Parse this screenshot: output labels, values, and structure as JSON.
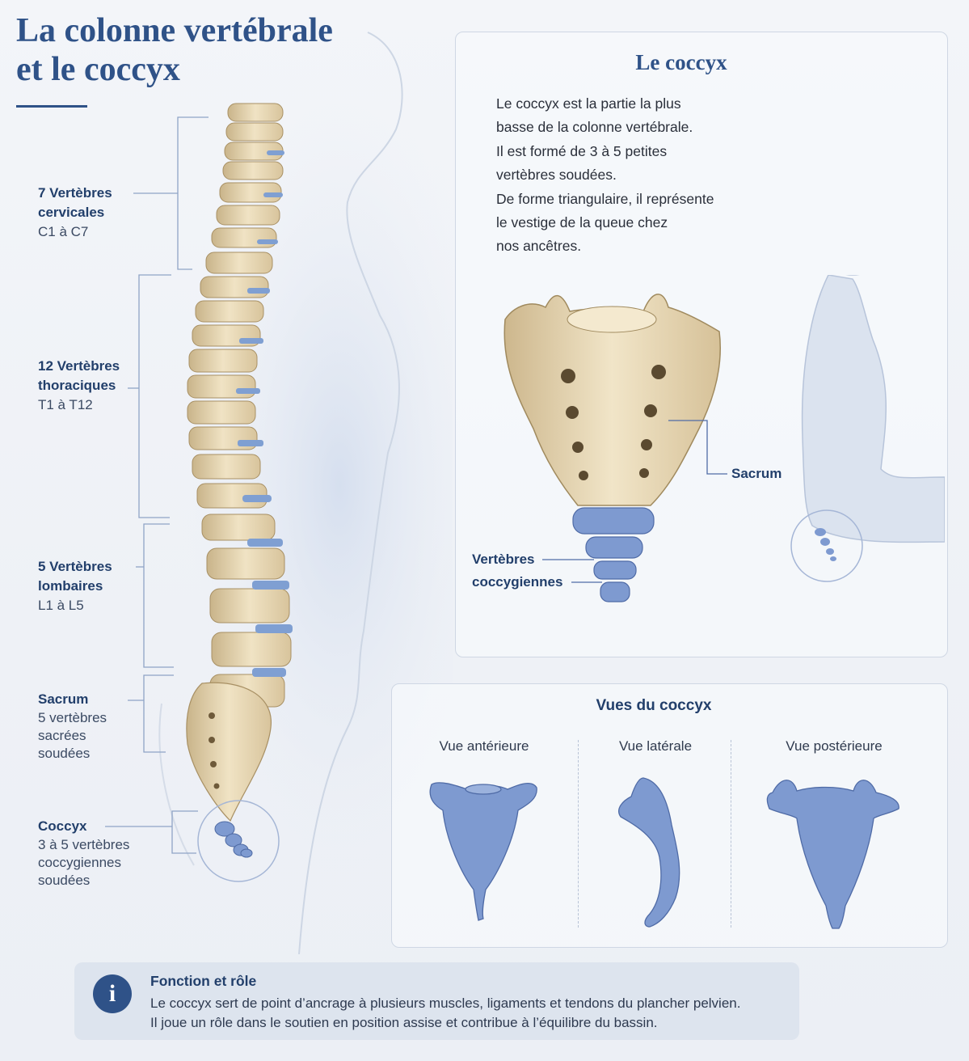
{
  "title": {
    "line1": "La colonne vertébrale",
    "line2": "et le coccyx"
  },
  "labels": {
    "cervical": {
      "title1": "7 Vertèbres",
      "title2": "cervicales",
      "range": "C1 à C7"
    },
    "thoracic": {
      "title1": "12 Vertèbres",
      "title2": "thoraciques",
      "range": "T1 à T12"
    },
    "lumbar": {
      "title1": "5 Vertèbres",
      "title2": "lombaires",
      "range": "L1 à L5"
    },
    "sacrum": {
      "title": "Sacrum",
      "line1": "5 vertèbres",
      "line2": "sacrées",
      "line3": "soudées"
    },
    "coccyx": {
      "title": "Coccyx",
      "line1": "3 à 5 vertèbres",
      "line2": "coccygiennes",
      "line3": "soudées"
    }
  },
  "coccyx_panel": {
    "title": "Le coccyx",
    "description": [
      "Le coccyx est la partie la plus",
      "basse de la colonne vertébrale.",
      "Il est formé de 3 à 5 petites",
      "vertèbres soudées.",
      "De forme triangulaire, il représente",
      "le vestige de la queue chez",
      "nos ancêtres."
    ],
    "sacrum_label": "Sacrum",
    "coccygeal_label1": "Vertèbres",
    "coccygeal_label2": "coccygiennes"
  },
  "views": {
    "title": "Vues du coccyx",
    "anterior": "Vue antérieure",
    "lateral": "Vue latérale",
    "posterior": "Vue postérieure"
  },
  "info": {
    "title": "Fonction et rôle",
    "line1": "Le coccyx sert de point d’ancrage à plusieurs muscles, ligaments et tendons du plancher pelvien.",
    "line2": "Il joue un rôle dans le soutien en position assise et contribue à l’équilibre du bassin.",
    "icon": "i"
  },
  "colors": {
    "title": "#2f5288",
    "bone": "#e8d9b5",
    "disc": "#7f9fd2",
    "coccyx_blue": "#7e9ad0"
  }
}
